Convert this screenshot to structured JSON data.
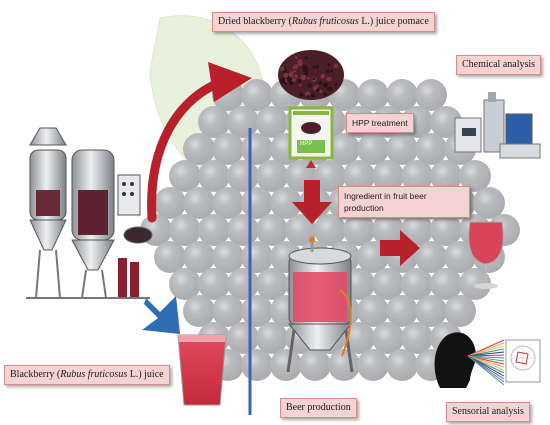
{
  "labels": {
    "pomace": {
      "prefix": "Dried blackberry (",
      "latin": "Rubus fruticosus",
      "suffix": " L.) juice pomace"
    },
    "chemical": "Chemical analysis",
    "hpp": "HPP treatment",
    "hpp_bag": "HPP",
    "ingredient_line1": "Ingredient in fruit beer",
    "ingredient_line2": "production",
    "juice": {
      "prefix": "Blackberry (",
      "latin": "Rubus fruticosus",
      "suffix": " L.) juice"
    },
    "beer": "Beer production",
    "sensorial": "Sensorial analysis"
  },
  "colors": {
    "label_fill": "#f6d3d3",
    "label_border": "#d98a8a",
    "red_arrow": "#b8202c",
    "blue_arrow": "#2f6db5",
    "divider": "#3a63b5",
    "beer_red": "#d9445a",
    "leaf_green": "#c7dca6",
    "berry_dark": "#2a2d36"
  }
}
